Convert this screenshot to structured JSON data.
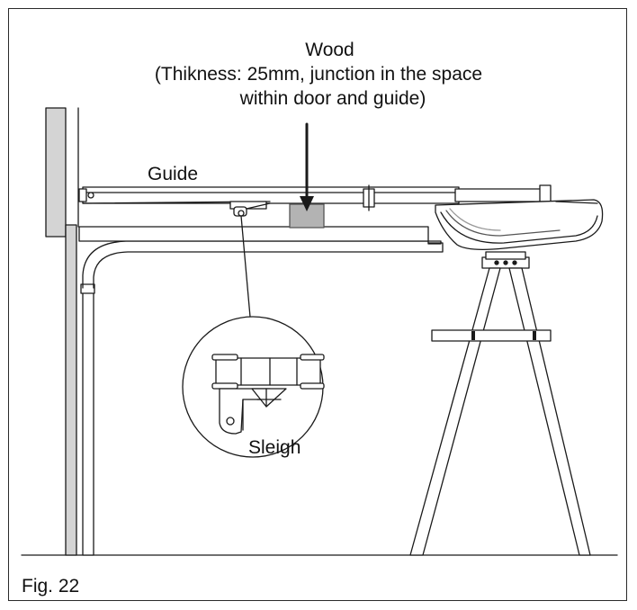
{
  "figure": {
    "caption": "Fig. 22",
    "wood_label": {
      "line1": "Wood",
      "line2": "(Thikness: 25mm, junction in the space",
      "line3": "within door and guide)"
    },
    "guide_label": "Guide",
    "sleigh_label": "Sleigh"
  },
  "colors": {
    "line": "#1a1a1a",
    "wood_block": "#b3b3b3",
    "wall": "#d4d4d4",
    "opener_shadow": "#9a9a9a"
  }
}
